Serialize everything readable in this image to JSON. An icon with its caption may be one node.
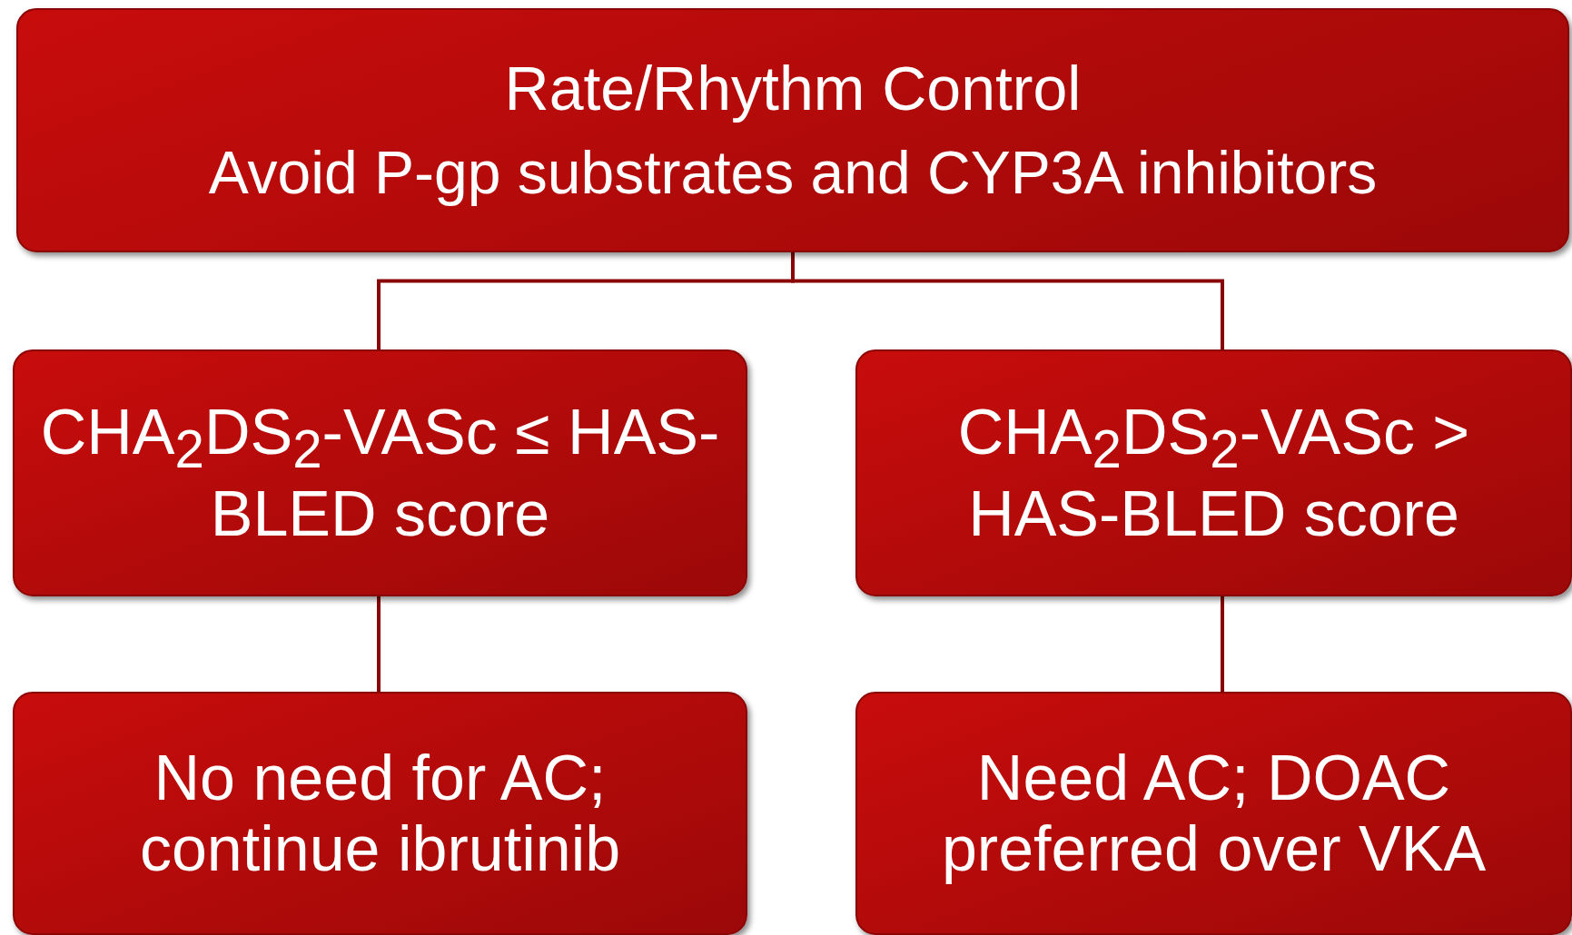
{
  "diagram": {
    "nodes": [
      {
        "text": [
          "Rate/Rhythm Control",
          "Avoid P-gp substrates and CYP3A inhibitors"
        ]
      },
      {
        "text": [
          "CHA$_{2}$DS$_{2}$-VASc ≤ HAS-BLED score"
        ]
      },
      {
        "text": [
          "CHA$_{2}$DS$_{2}$-VASc > HAS-BLED score"
        ]
      },
      {
        "text": [
          "No need for AC; continue ibrutinib"
        ]
      },
      {
        "text": [
          "Need AC; DOAC preferred over VKA"
        ]
      }
    ],
    "edges": [
      {
        "from": 0,
        "to": 1,
        "arrow": "none"
      },
      {
        "from": 0,
        "to": 2,
        "arrow": "none"
      },
      {
        "from": 1,
        "to": 3,
        "arrow": "none"
      },
      {
        "from": 2,
        "to": 4,
        "arrow": "none"
      }
    ]
  }
}
